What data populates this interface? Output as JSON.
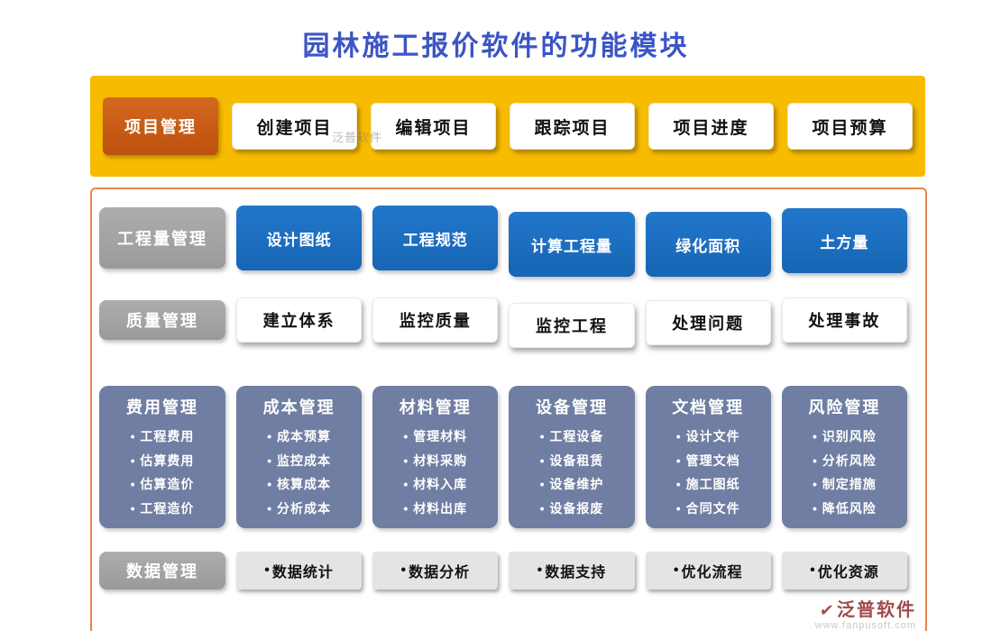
{
  "page": {
    "title": "园林施工报价软件的功能模块"
  },
  "banner": {
    "label": "项目管理",
    "buttons": [
      "创建项目",
      "编辑项目",
      "跟踪项目",
      "项目进度",
      "项目预算"
    ]
  },
  "quantity_row": {
    "label": "工程量管理",
    "buttons": [
      "设计图纸",
      "工程规范",
      "计算工程量",
      "绿化面积",
      "土方量"
    ]
  },
  "quality_row": {
    "label": "质量管理",
    "buttons": [
      "建立体系",
      "监控质量",
      "监控工程",
      "处理问题",
      "处理事故"
    ]
  },
  "cards": [
    {
      "title": "费用管理",
      "items": [
        "工程费用",
        "估算费用",
        "估算造价",
        "工程造价"
      ]
    },
    {
      "title": "成本管理",
      "items": [
        "成本预算",
        "监控成本",
        "核算成本",
        "分析成本"
      ]
    },
    {
      "title": "材料管理",
      "items": [
        "管理材料",
        "材料采购",
        "材料入库",
        "材料出库"
      ]
    },
    {
      "title": "设备管理",
      "items": [
        "工程设备",
        "设备租赁",
        "设备维护",
        "设备报废"
      ]
    },
    {
      "title": "文档管理",
      "items": [
        "设计文件",
        "管理文档",
        "施工图纸",
        "合同文件"
      ]
    },
    {
      "title": "风险管理",
      "items": [
        "识别风险",
        "分析风险",
        "制定措施",
        "降低风险"
      ]
    }
  ],
  "data_row": {
    "label": "数据管理",
    "buttons": [
      "数据统计",
      "数据分析",
      "数据支持",
      "优化流程",
      "优化资源"
    ]
  },
  "watermark": "泛普软件",
  "footer": {
    "check": "✔",
    "brand": "泛普软件",
    "url": "www.fanpusoft.com"
  },
  "colors": {
    "banner_gold": "#F7BC00",
    "accent_orange": "#C55E14",
    "button_blue": "#1B6FC0",
    "card_slate": "#6F7EA2",
    "title_blue": "#3B55C4",
    "panel_border": "#E8834D",
    "brand_red": "#A14A4A"
  }
}
